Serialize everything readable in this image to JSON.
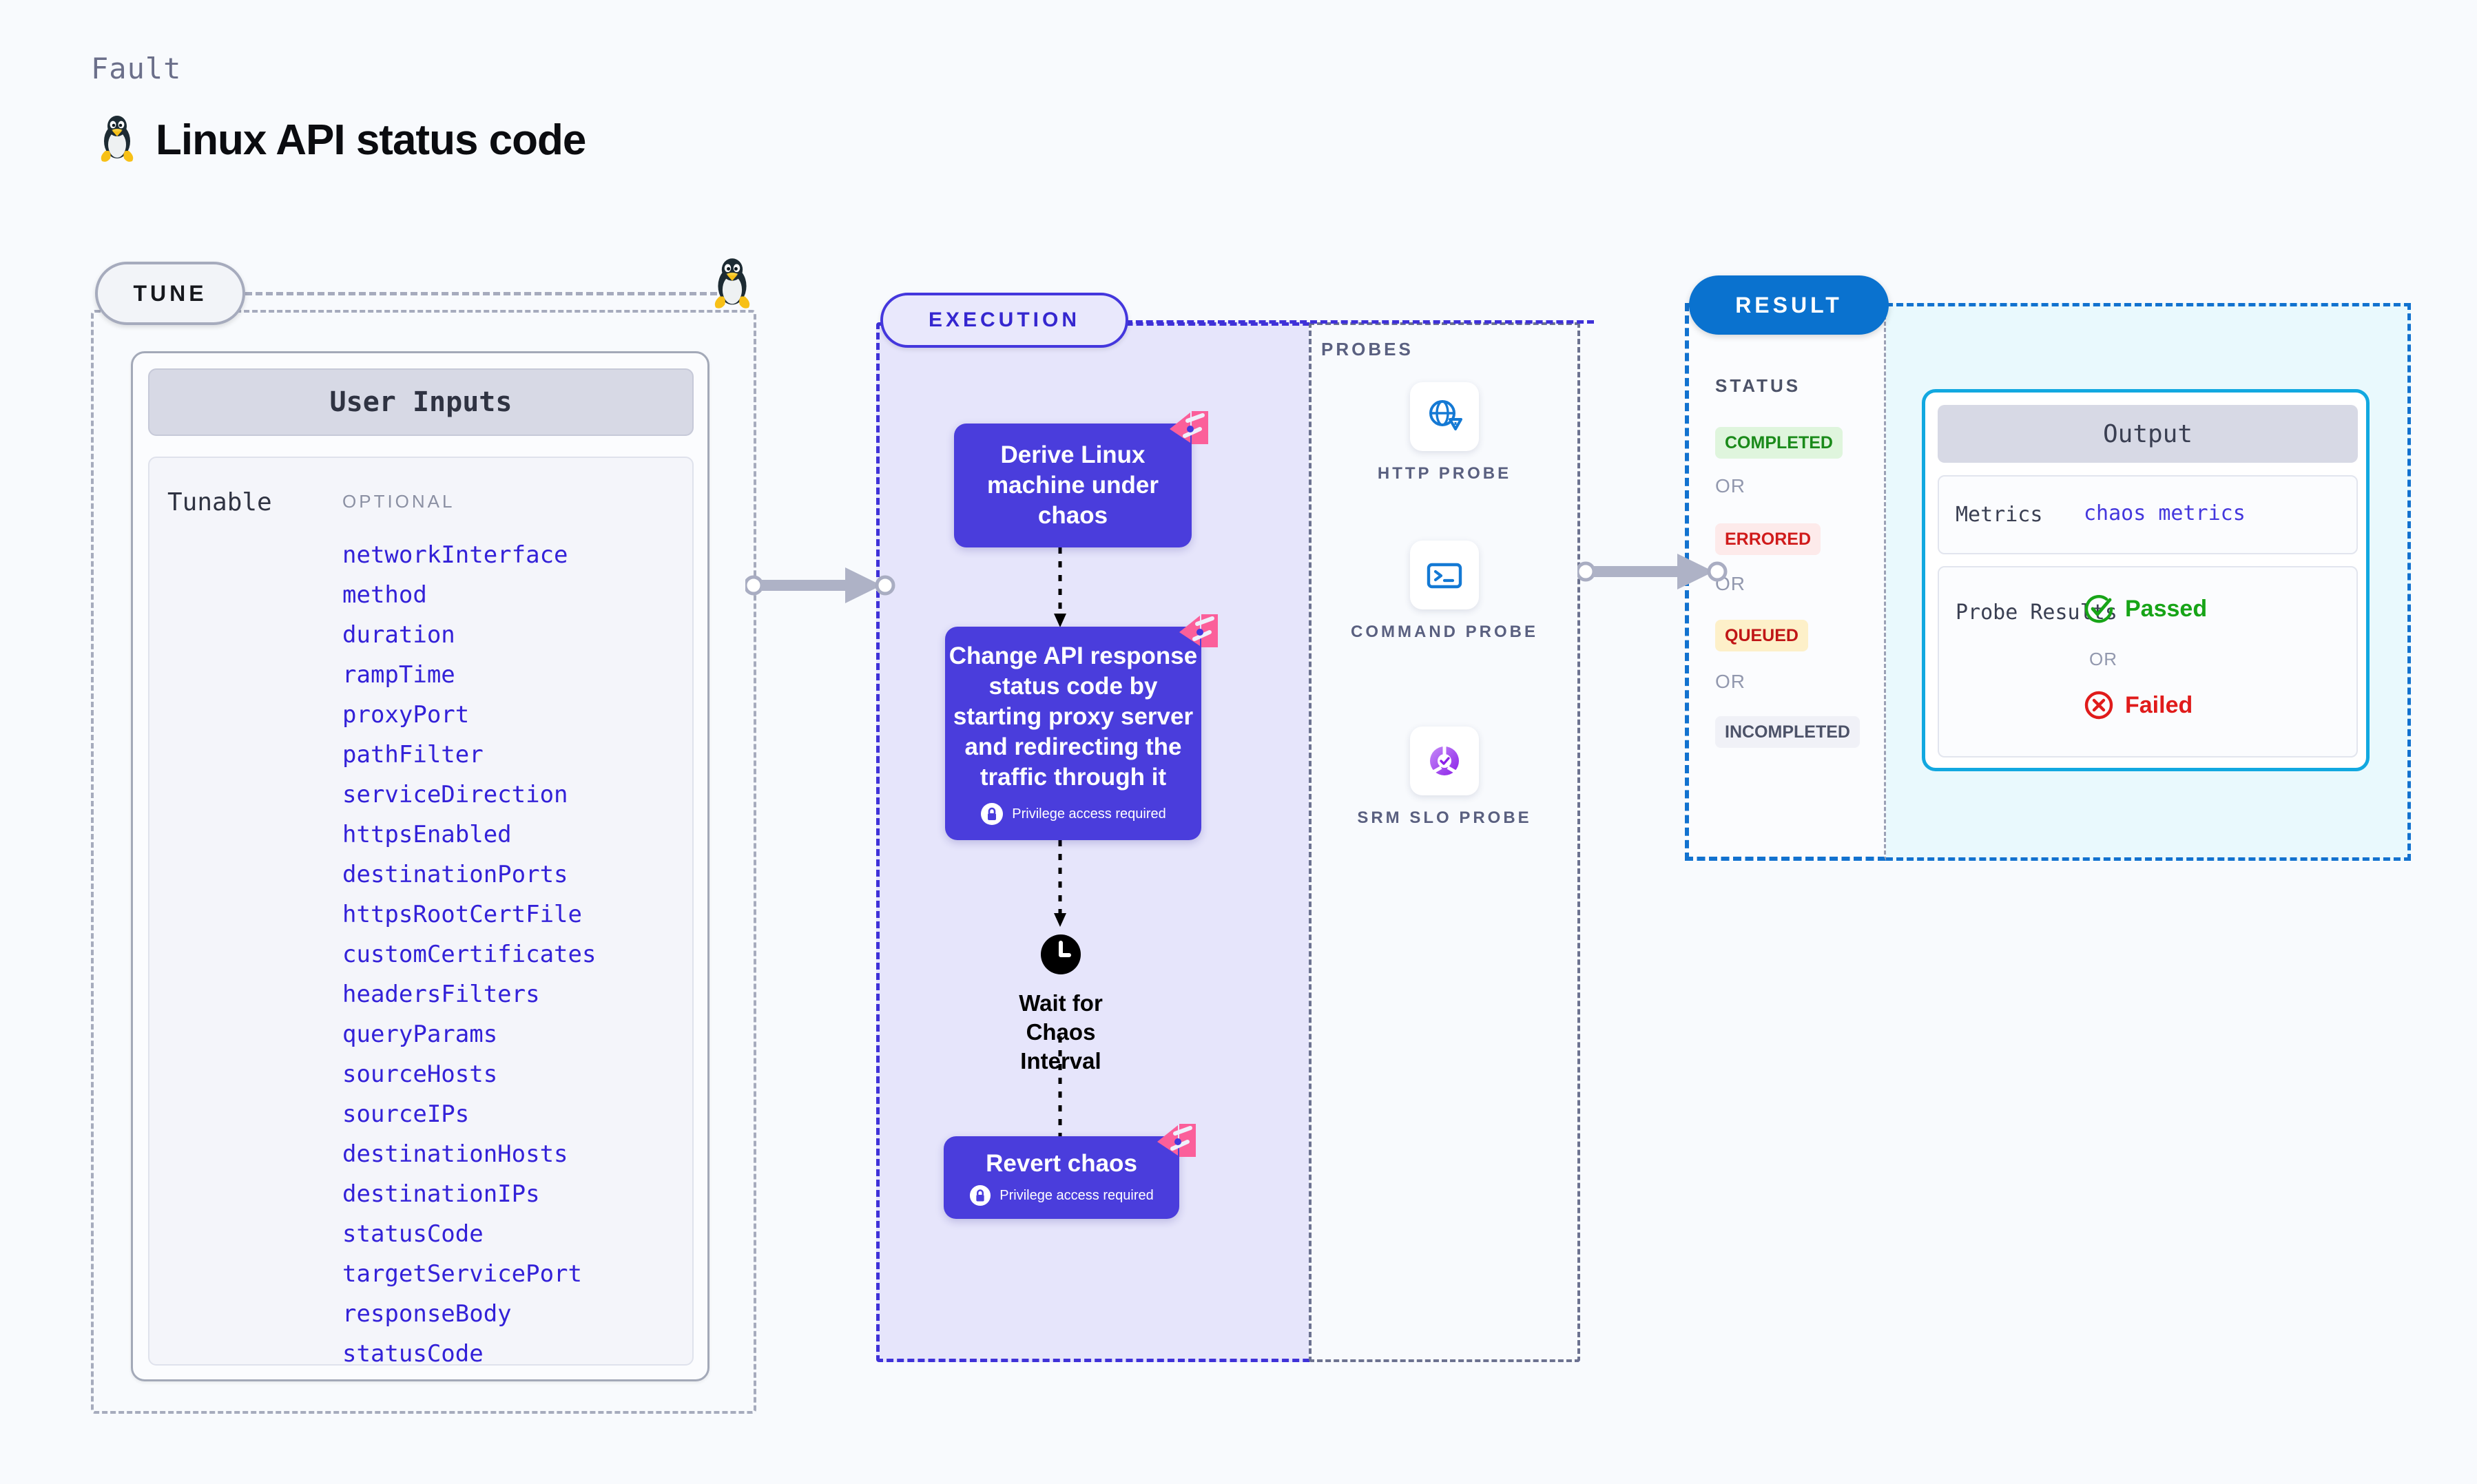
{
  "header": {
    "kicker": "Fault",
    "title": "Linux API status code",
    "icon": "linux-penguin-icon"
  },
  "tune": {
    "pill_label": "TUNE",
    "badge_icon": "linux-penguin-icon",
    "card": {
      "header": "User Inputs",
      "group_label": "Tunable",
      "optional_label": "OPTIONAL",
      "params": [
        "networkInterface",
        "method",
        "duration",
        "rampTime",
        "proxyPort",
        "pathFilter",
        "serviceDirection",
        "httpsEnabled",
        "destinationPorts",
        "httpsRootCertFile",
        "customCertificates",
        "headersFilters",
        "queryParams",
        "sourceHosts",
        "sourceIPs",
        "destinationHosts",
        "destinationIPs",
        "statusCode",
        "targetServicePort",
        "responseBody",
        "statusCode"
      ]
    }
  },
  "execution": {
    "pill_label": "EXECUTION",
    "privilege_label": "Privilege access required",
    "nodes": [
      {
        "title": "Derive Linux machine under chaos",
        "privilege": false,
        "badge": "chaos-corner-badge"
      },
      {
        "title": "Change API response status code by starting proxy server and redirecting the traffic through it",
        "privilege": true,
        "badge": "chaos-corner-badge"
      },
      {
        "title": "Revert chaos",
        "privilege": true,
        "badge": "chaos-corner-badge"
      }
    ],
    "wait": {
      "label": "Wait for Chaos Interval",
      "icon": "clock-icon"
    }
  },
  "probes": {
    "title": "PROBES",
    "items": [
      {
        "label": "HTTP PROBE",
        "icon": "globe-warning-icon"
      },
      {
        "label": "COMMAND PROBE",
        "icon": "terminal-icon"
      },
      {
        "label": "SRM SLO PROBE",
        "icon": "slo-donut-icon"
      }
    ]
  },
  "result": {
    "pill_label": "RESULT",
    "status_title": "STATUS",
    "or_label": "OR",
    "statuses": [
      {
        "label": "COMPLETED",
        "bg": "#dff5dd",
        "fg": "#1a8a1a"
      },
      {
        "label": "ERRORED",
        "bg": "#fdeaea",
        "fg": "#d01b1b"
      },
      {
        "label": "QUEUED",
        "bg": "#fdf0c9",
        "fg": "#c01616"
      },
      {
        "label": "INCOMPLETED",
        "bg": "#f0f1f7",
        "fg": "#4c5268"
      }
    ],
    "output": {
      "header": "Output",
      "metrics_key": "Metrics",
      "metrics_value": "chaos metrics",
      "probe_key": "Probe Results",
      "passed_label": "Passed",
      "failed_label": "Failed",
      "or_label": "OR",
      "passed_icon": "check-circle-icon",
      "failed_icon": "x-circle-icon"
    }
  },
  "colors": {
    "background": "#f8fafd",
    "execution_accent": "#4437dd",
    "execution_fill": "#e6e5fb",
    "result_accent": "#0a72cf",
    "result_fill": "#e9f9fd",
    "output_border": "#12a8e0",
    "param_text": "#3321d8",
    "corner_badge": "#fb5f9a",
    "tune_border": "#a6abbd"
  }
}
